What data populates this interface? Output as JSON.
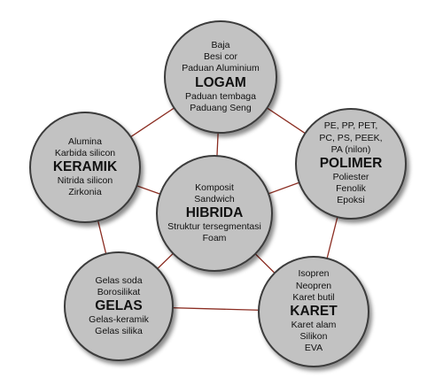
{
  "colors": {
    "node_fill": "#c2c2c2",
    "node_border": "#3c3c3c",
    "connector": "#8b2d22"
  },
  "nodes": {
    "logam": {
      "title": "LOGAM",
      "above": [
        "Baja",
        "Besi cor",
        "Paduan Aluminium"
      ],
      "below": [
        "Paduan tembaga",
        "Paduang Seng"
      ]
    },
    "polimer": {
      "title": "POLIMER",
      "above": [
        "PE, PP, PET,",
        "PC, PS, PEEK,",
        "PA (nilon)"
      ],
      "below": [
        "Poliester",
        "Fenolik",
        "Epoksi"
      ]
    },
    "keramik": {
      "title": "KERAMIK",
      "above": [
        "Alumina",
        "Karbida silicon"
      ],
      "below": [
        "Nitrida silicon",
        "Zirkonia"
      ]
    },
    "hibrida": {
      "title": "HIBRIDA",
      "above": [
        "Komposit",
        "Sandwich"
      ],
      "below": [
        "Struktur tersegmentasi",
        "Foam"
      ]
    },
    "gelas": {
      "title": "GELAS",
      "above": [
        "Gelas soda",
        "Borosilikat"
      ],
      "below": [
        "Gelas-keramik",
        "Gelas silika"
      ]
    },
    "karet": {
      "title": "KARET",
      "above": [
        "Isopren",
        "Neopren",
        "Karet butil"
      ],
      "below": [
        "Karet alam",
        "Silikon",
        "EVA"
      ]
    }
  },
  "connections": [
    [
      "logam",
      "polimer"
    ],
    [
      "polimer",
      "karet"
    ],
    [
      "karet",
      "gelas"
    ],
    [
      "gelas",
      "keramik"
    ],
    [
      "keramik",
      "logam"
    ],
    [
      "hibrida",
      "logam"
    ],
    [
      "hibrida",
      "polimer"
    ],
    [
      "hibrida",
      "karet"
    ],
    [
      "hibrida",
      "gelas"
    ],
    [
      "hibrida",
      "keramik"
    ]
  ]
}
